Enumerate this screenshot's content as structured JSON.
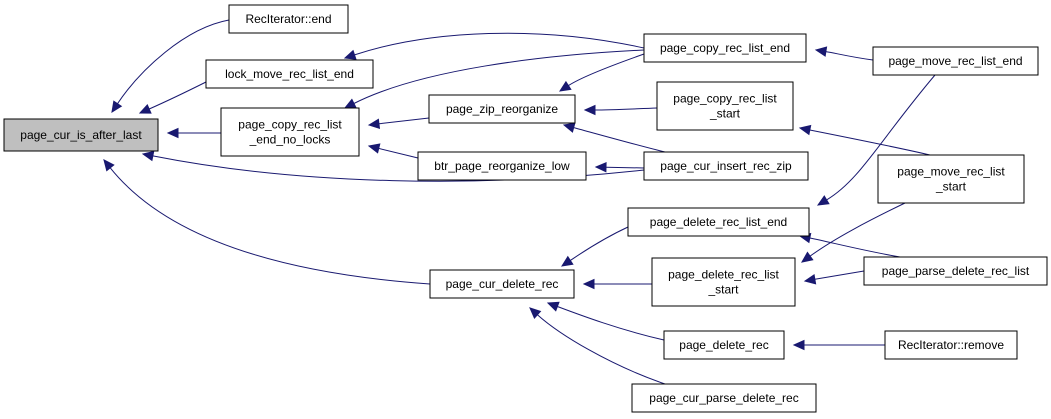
{
  "graph": {
    "nodes": [
      {
        "id": "page_cur_is_after_last",
        "lines": [
          "page_cur_is_after_last"
        ],
        "root": true
      },
      {
        "id": "reciterator_end",
        "lines": [
          "RecIterator::end"
        ]
      },
      {
        "id": "lock_move_rec_list_end",
        "lines": [
          "lock_move_rec_list_end"
        ]
      },
      {
        "id": "page_copy_rec_list_end_no_locks",
        "lines": [
          "page_copy_rec_list",
          "_end_no_locks"
        ]
      },
      {
        "id": "page_zip_reorganize",
        "lines": [
          "page_zip_reorganize"
        ]
      },
      {
        "id": "btr_page_reorganize_low",
        "lines": [
          "btr_page_reorganize_low"
        ]
      },
      {
        "id": "page_copy_rec_list_end",
        "lines": [
          "page_copy_rec_list_end"
        ]
      },
      {
        "id": "page_copy_rec_list_start",
        "lines": [
          "page_copy_rec_list",
          "_start"
        ]
      },
      {
        "id": "page_cur_insert_rec_zip",
        "lines": [
          "page_cur_insert_rec_zip"
        ]
      },
      {
        "id": "page_move_rec_list_end",
        "lines": [
          "page_move_rec_list_end"
        ]
      },
      {
        "id": "page_move_rec_list_start",
        "lines": [
          "page_move_rec_list",
          "_start"
        ]
      },
      {
        "id": "page_cur_delete_rec",
        "lines": [
          "page_cur_delete_rec"
        ]
      },
      {
        "id": "page_delete_rec_list_end",
        "lines": [
          "page_delete_rec_list_end"
        ]
      },
      {
        "id": "page_delete_rec_list_start",
        "lines": [
          "page_delete_rec_list",
          "_start"
        ]
      },
      {
        "id": "page_delete_rec",
        "lines": [
          "page_delete_rec"
        ]
      },
      {
        "id": "page_cur_parse_delete_rec",
        "lines": [
          "page_cur_parse_delete_rec"
        ]
      },
      {
        "id": "page_parse_delete_rec_list",
        "lines": [
          "page_parse_delete_rec_list"
        ]
      },
      {
        "id": "reciterator_remove",
        "lines": [
          "RecIterator::remove"
        ]
      }
    ],
    "edges": [
      {
        "from": "reciterator_end",
        "to": "page_cur_is_after_last"
      },
      {
        "from": "lock_move_rec_list_end",
        "to": "page_cur_is_after_last"
      },
      {
        "from": "page_copy_rec_list_end_no_locks",
        "to": "page_cur_is_after_last"
      },
      {
        "from": "page_cur_insert_rec_zip",
        "to": "page_cur_is_after_last"
      },
      {
        "from": "page_cur_delete_rec",
        "to": "page_cur_is_after_last"
      },
      {
        "from": "page_copy_rec_list_end",
        "to": "lock_move_rec_list_end"
      },
      {
        "from": "page_copy_rec_list_end",
        "to": "page_copy_rec_list_end_no_locks"
      },
      {
        "from": "page_zip_reorganize",
        "to": "page_copy_rec_list_end_no_locks"
      },
      {
        "from": "btr_page_reorganize_low",
        "to": "page_copy_rec_list_end_no_locks"
      },
      {
        "from": "page_copy_rec_list_end",
        "to": "page_zip_reorganize"
      },
      {
        "from": "page_copy_rec_list_start",
        "to": "page_zip_reorganize"
      },
      {
        "from": "page_cur_insert_rec_zip",
        "to": "page_zip_reorganize"
      },
      {
        "from": "page_cur_insert_rec_zip",
        "to": "btr_page_reorganize_low"
      },
      {
        "from": "page_move_rec_list_end",
        "to": "page_copy_rec_list_end"
      },
      {
        "from": "page_move_rec_list_start",
        "to": "page_copy_rec_list_start"
      },
      {
        "from": "page_move_rec_list_end",
        "to": "page_delete_rec_list_end"
      },
      {
        "from": "page_parse_delete_rec_list",
        "to": "page_delete_rec_list_end"
      },
      {
        "from": "page_move_rec_list_start",
        "to": "page_delete_rec_list_start"
      },
      {
        "from": "page_parse_delete_rec_list",
        "to": "page_delete_rec_list_start"
      },
      {
        "from": "page_delete_rec_list_end",
        "to": "page_cur_delete_rec"
      },
      {
        "from": "page_delete_rec_list_start",
        "to": "page_cur_delete_rec"
      },
      {
        "from": "page_delete_rec",
        "to": "page_cur_delete_rec"
      },
      {
        "from": "page_cur_parse_delete_rec",
        "to": "page_cur_delete_rec"
      },
      {
        "from": "reciterator_remove",
        "to": "page_delete_rec"
      }
    ]
  }
}
